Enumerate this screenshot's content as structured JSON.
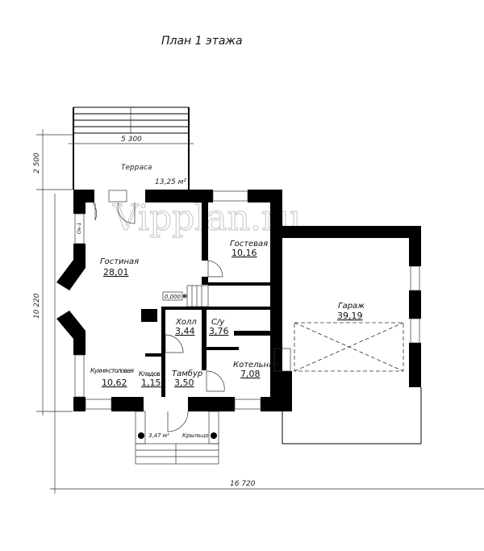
{
  "title": "План 1 этажа",
  "watermark": "Vipplan.ru",
  "dimensions": {
    "terrace_width": "5 300",
    "terrace_depth": "2 500",
    "house_depth": "10 220",
    "total_width": "16 720"
  },
  "level_mark": "0,000",
  "window_tag": "Ок-1",
  "rooms": [
    {
      "name": "Терраса",
      "area": "13,25 м²"
    },
    {
      "name": "Гостевая",
      "area": "10,16"
    },
    {
      "name": "Гостиная",
      "area": "28,01"
    },
    {
      "name": "Холл",
      "area": "3,44"
    },
    {
      "name": "С/у",
      "area": "3,76"
    },
    {
      "name": "Гараж",
      "area": "39,19"
    },
    {
      "name": "Котельная",
      "area": "7,08"
    },
    {
      "name": "Кухня-столовая",
      "area": "10,62"
    },
    {
      "name": "Кладов",
      "area": "1,15"
    },
    {
      "name": "Тамбур",
      "area": "3,50"
    },
    {
      "name": "Крыльцо",
      "area": "3,47 м²"
    }
  ],
  "colors": {
    "walls": "#000000",
    "background": "#ffffff"
  }
}
